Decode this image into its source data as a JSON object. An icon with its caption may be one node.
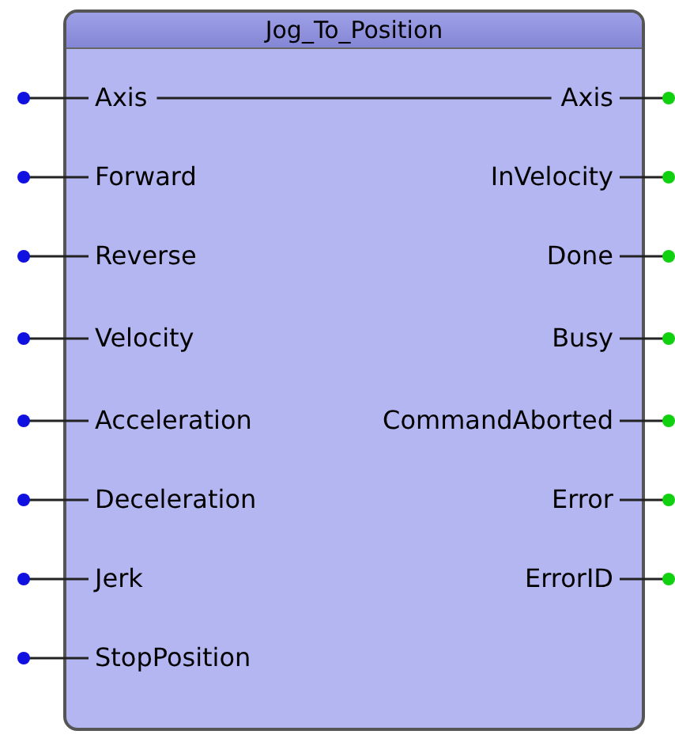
{
  "diagram": {
    "nodes": [
      {
        "text": [
          "Jog_To_Position"
        ]
      },
      {
        "text": [
          "Axis"
        ],
        "in": 0
      },
      {
        "text": [
          "Forward"
        ],
        "in": 0
      },
      {
        "text": [
          "Reverse"
        ],
        "in": 0
      },
      {
        "text": [
          "Velocity"
        ],
        "in": 0
      },
      {
        "text": [
          "Acceleration"
        ],
        "in": 0
      },
      {
        "text": [
          "Deceleration"
        ],
        "in": 0
      },
      {
        "text": [
          "Jerk"
        ],
        "in": 0
      },
      {
        "text": [
          "StopPosition"
        ],
        "in": 0
      },
      {
        "text": [
          "Axis"
        ],
        "in": 0
      },
      {
        "text": [
          "InVelocity"
        ],
        "in": 0
      },
      {
        "text": [
          "Done"
        ],
        "in": 0
      },
      {
        "text": [
          "Busy"
        ],
        "in": 0
      },
      {
        "text": [
          "CommandAborted"
        ],
        "in": 0
      },
      {
        "text": [
          "Error"
        ],
        "in": 0
      },
      {
        "text": [
          "ErrorID"
        ],
        "in": 0
      }
    ],
    "edges": [
      {
        "from": 1,
        "to": 9,
        "arrow": "none"
      },
      {
        "from": null,
        "to": 1,
        "arrow": "other"
      },
      {
        "from": null,
        "to": 2,
        "arrow": "other"
      },
      {
        "from": null,
        "to": 3,
        "arrow": "other"
      },
      {
        "from": null,
        "to": 4,
        "arrow": "other"
      },
      {
        "from": null,
        "to": 5,
        "arrow": "other"
      },
      {
        "from": null,
        "to": 6,
        "arrow": "other"
      },
      {
        "from": null,
        "to": 7,
        "arrow": "other"
      },
      {
        "from": null,
        "to": 8,
        "arrow": "other"
      },
      {
        "from": 9,
        "to": null,
        "arrow": "other"
      },
      {
        "from": 10,
        "to": null,
        "arrow": "other"
      },
      {
        "from": 11,
        "to": null,
        "arrow": "other"
      },
      {
        "from": 12,
        "to": null,
        "arrow": "other"
      },
      {
        "from": 13,
        "to": null,
        "arrow": "other"
      },
      {
        "from": 14,
        "to": null,
        "arrow": "other"
      },
      {
        "from": 15,
        "to": null,
        "arrow": "other"
      }
    ]
  }
}
